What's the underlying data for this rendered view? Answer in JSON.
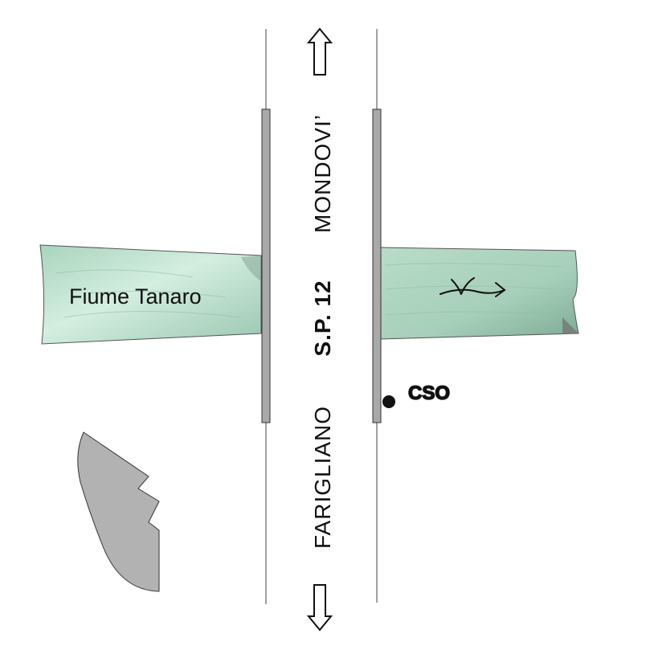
{
  "diagram": {
    "river_label": "Fiume Tanaro",
    "road_label": "S.P. 12",
    "north_destination": "MONDOVI’",
    "south_destination": "FARIGLIANO",
    "outfall_label": "CSO",
    "colors": {
      "water": "#bfe2cf",
      "water_shade": "#8fbfa6",
      "bridge_parapet": "#a9a9a9",
      "land": "#b2b2b2",
      "lines": "#333333"
    }
  }
}
